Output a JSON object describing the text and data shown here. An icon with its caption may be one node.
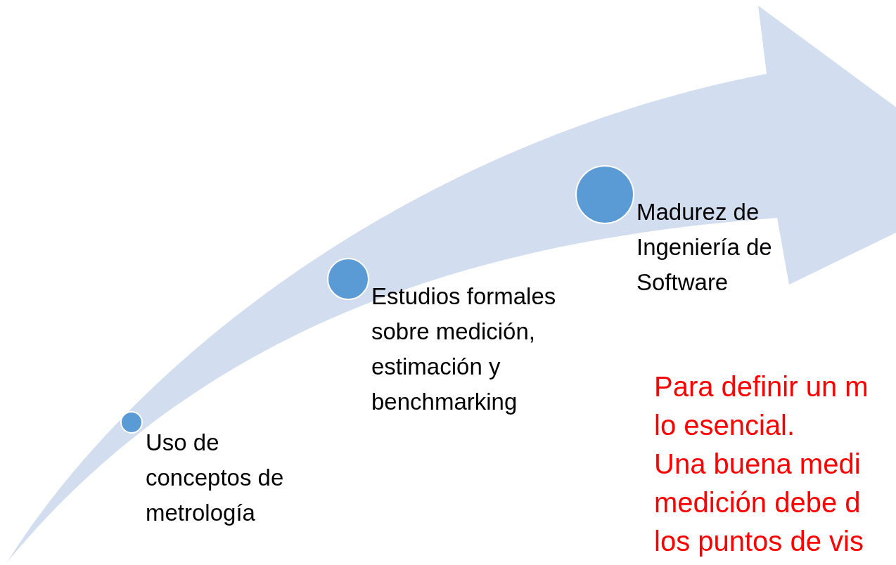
{
  "diagram": {
    "nodes": [
      {
        "text": [
          "Uso de conceptos de metrología"
        ]
      },
      {
        "text": [
          "Estudios formales sobre medición, estimación y benchmarking"
        ]
      },
      {
        "text": [
          "Madurez de Ingeniería de Software"
        ]
      }
    ],
    "labels": [
      "Para definir un m",
      "lo esencial.",
      "Una buena medi",
      "medición debe d",
      "los puntos de vis"
    ]
  }
}
